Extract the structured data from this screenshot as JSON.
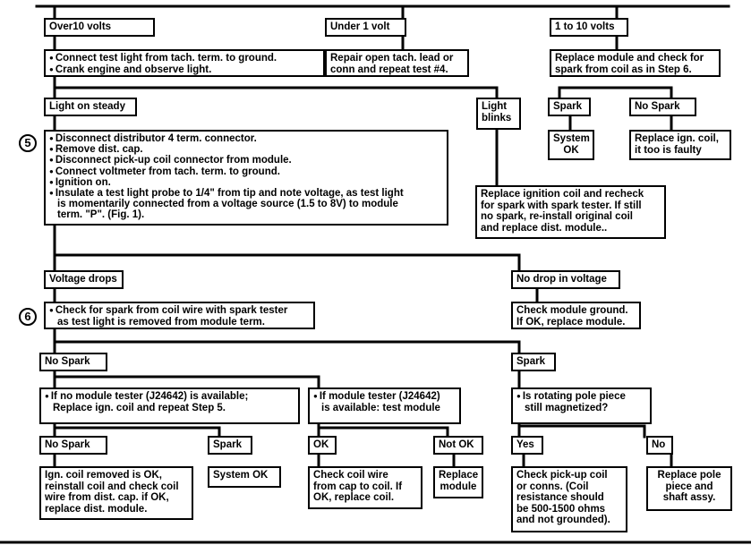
{
  "steps": {
    "five": "5",
    "six": "6"
  },
  "nodes": {
    "over10": [
      "Over10 volts"
    ],
    "under1": [
      "Under 1 volt"
    ],
    "one_to_ten": [
      "1 to 10 volts"
    ],
    "connect_light": [
      "Connect test light from tach. term. to ground.",
      "Crank engine and observe light."
    ],
    "repair_open": [
      "Repair open tach. lead or",
      "conn and repeat test #4."
    ],
    "replace_module_check": [
      "Replace module and check for",
      "spark from coil as in Step 6."
    ],
    "light_steady": [
      "Light on steady"
    ],
    "light_blinks": [
      "Light",
      "blinks"
    ],
    "spark_a": [
      "Spark"
    ],
    "no_spark_a": [
      "No Spark"
    ],
    "system_ok_a": [
      "System",
      "OK"
    ],
    "replace_coil_faulty": [
      "Replace ign. coil,",
      "it too is faulty"
    ],
    "step5_list": [
      "Disconnect distributor 4 term. connector.",
      "Remove dist. cap.",
      "Disconnect pick-up coil connector from module.",
      "Connect voltmeter from tach. term. to ground.",
      "Ignition on.",
      "Insulate a test light probe to 1/4\" from tip and note voltage, as test light",
      "is momentarily connected from a voltage source  (1.5  to 8V) to module",
      "term. \"P\". (Fig. 1)."
    ],
    "replace_coil_recheck": [
      "Replace ignition coil and recheck",
      "for spark with spark tester.  If still",
      "no spark, re-install original coil",
      "and replace dist. module.."
    ],
    "voltage_drops": [
      "Voltage drops"
    ],
    "no_drop": [
      "No drop in voltage"
    ],
    "check_spark_step6": [
      "Check for spark from coil wire with spark tester",
      "as test light is removed from module term."
    ],
    "check_ground": [
      "Check module ground.",
      "If OK, replace module."
    ],
    "no_spark_b": [
      "No Spark"
    ],
    "spark_b": [
      "Spark"
    ],
    "no_tester": [
      "If no module tester (J24642) is available;",
      "Replace ign. coil and repeat Step 5."
    ],
    "with_tester": [
      "If module tester (J24642)",
      "is available: test module"
    ],
    "pole_piece": [
      "Is rotating pole piece",
      "still magnetized?"
    ],
    "no_spark_c": [
      "No Spark"
    ],
    "spark_c": [
      "Spark"
    ],
    "ok": [
      "OK"
    ],
    "not_ok": [
      "Not OK"
    ],
    "yes": [
      "Yes"
    ],
    "no": [
      "No"
    ],
    "coil_removed_ok": [
      "Ign. coil removed is OK,",
      "reinstall coil and check coil",
      "wire from dist. cap.  if OK,",
      "replace dist. module."
    ],
    "system_ok_b": [
      "System OK"
    ],
    "check_coil_wire": [
      "Check coil wire",
      "from cap to coil.  If",
      "OK, replace coil."
    ],
    "replace_module": [
      "Replace",
      "module"
    ],
    "check_pickup": [
      "Check pick-up  coil",
      "or conns. (Coil",
      "resistance should",
      "be 500-1500  ohms",
      "and not grounded)."
    ],
    "replace_pole": [
      "Replace pole",
      "piece and",
      "shaft assy."
    ]
  }
}
